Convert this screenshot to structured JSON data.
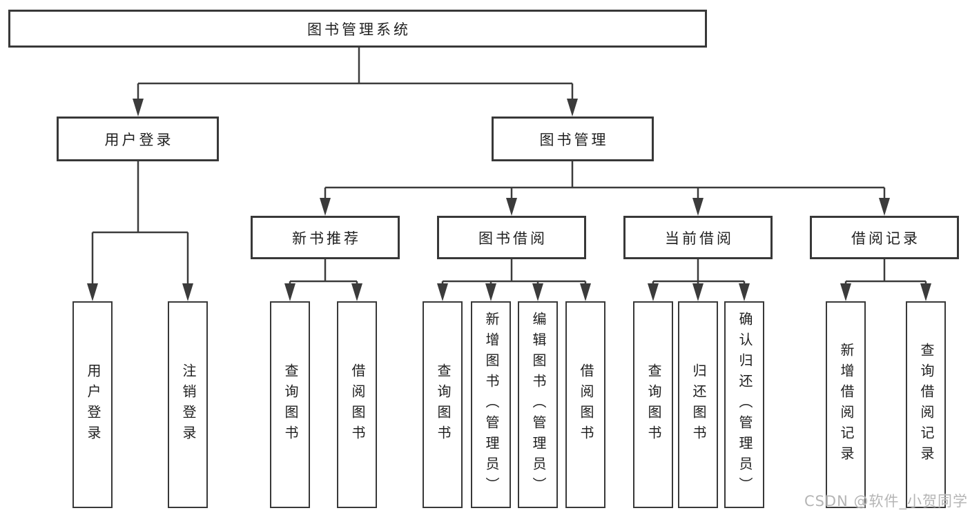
{
  "tree": {
    "root": "图书管理系统",
    "branches": [
      {
        "label": "用户登录",
        "leaves": [
          "用户登录",
          "注销登录"
        ]
      },
      {
        "label": "图书管理",
        "children": [
          {
            "label": "新书推荐",
            "leaves": [
              "查询图书",
              "借阅图书"
            ]
          },
          {
            "label": "图书借阅",
            "leaves": [
              "查询图书",
              "新增图书（管理员）",
              "编辑图书（管理员）",
              "借阅图书"
            ]
          },
          {
            "label": "当前借阅",
            "leaves": [
              "查询图书",
              "归还图书",
              "确认归还（管理员）"
            ]
          },
          {
            "label": "借阅记录",
            "leaves": [
              "新增借阅记录",
              "查询借阅记录"
            ]
          }
        ]
      }
    ]
  },
  "watermark": "CSDN @软件_小贺同学",
  "colors": {
    "line": "#3b3b3b",
    "box_border": "#383838",
    "text": "#1f1f1f",
    "watermark": "#b5b5b5",
    "background": "#ffffff"
  }
}
